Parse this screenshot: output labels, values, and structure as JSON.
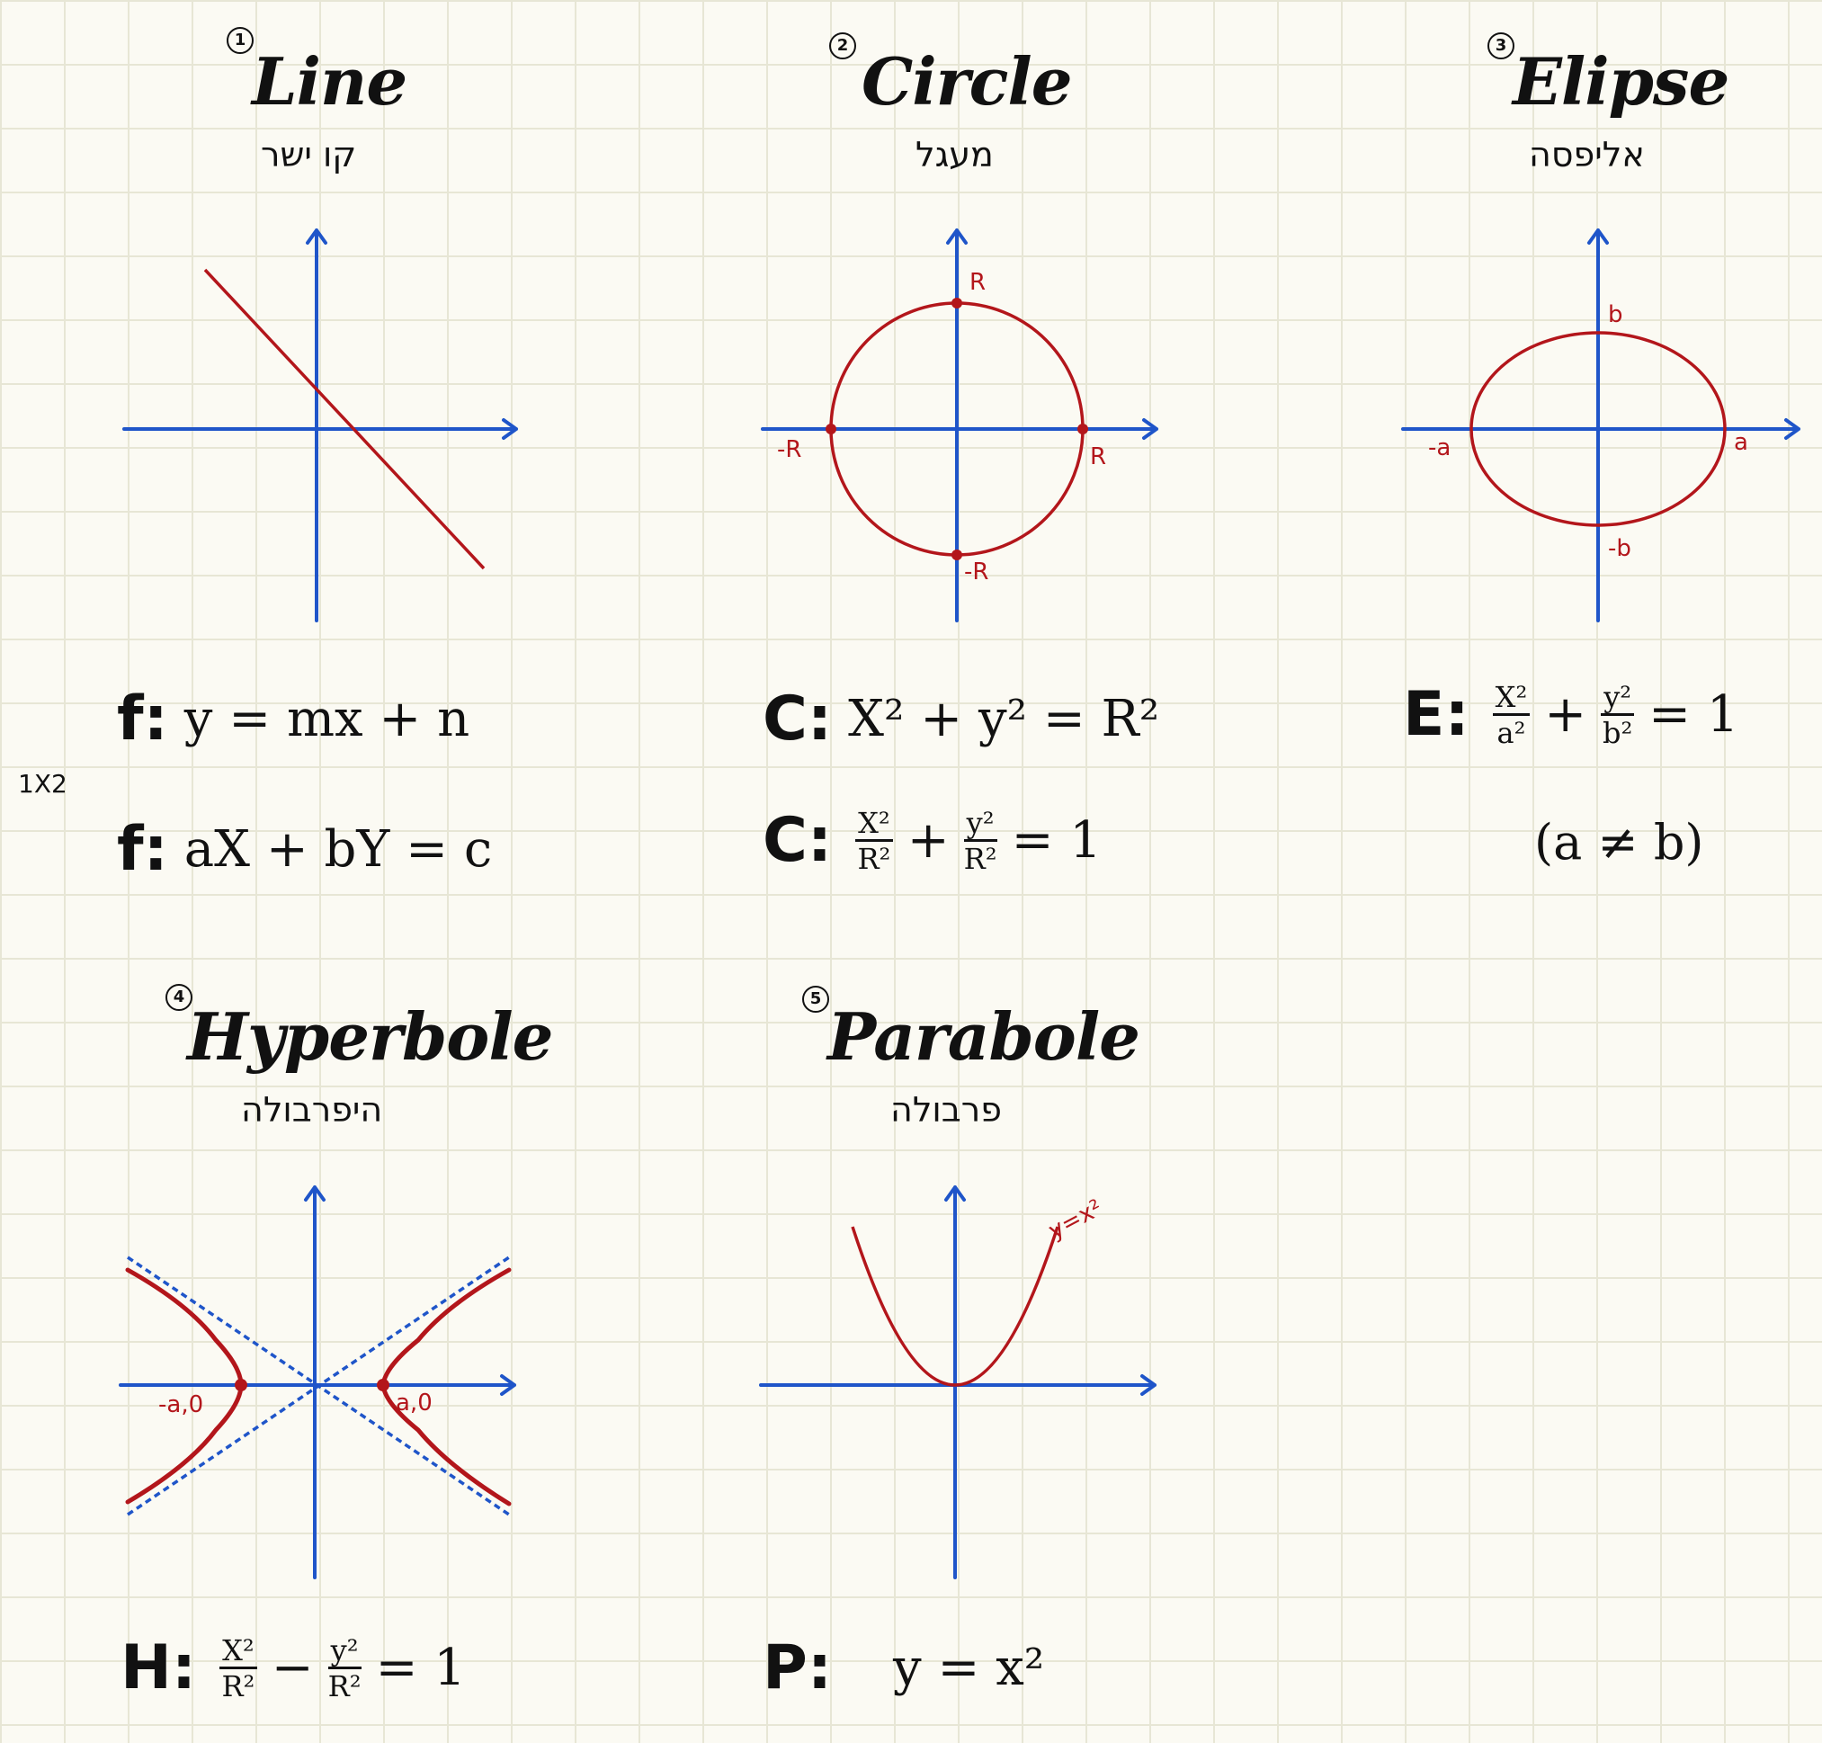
{
  "panels": {
    "line": {
      "number": "1",
      "title": "Line",
      "hebrew": "קו ישר",
      "eq1": {
        "lhs": "f:",
        "rhs": "y = mx + n"
      },
      "eq2": {
        "lhs": "f:",
        "rhs": "aX + bY = c"
      }
    },
    "circle": {
      "number": "2",
      "title": "Circle",
      "hebrew": "מעגל",
      "labels": {
        "top": "R",
        "right": "R",
        "left": "-R",
        "bottom": "-R"
      },
      "eq1": {
        "lhs": "C:",
        "rhs": "X² + y² = R²"
      },
      "eq2": {
        "lhs": "C:",
        "num1": "X²",
        "den1": "R²",
        "op": "+",
        "num2": "y²",
        "den2": "R²",
        "rhs": "= 1"
      }
    },
    "ellipse": {
      "number": "3",
      "title": "Elipse",
      "hebrew": "אליפסה",
      "labels": {
        "top": "b",
        "right": "a",
        "left": "-a",
        "bottom": "-b"
      },
      "eq1": {
        "lhs": "E:",
        "num1": "X²",
        "den1": "a²",
        "op": "+",
        "num2": "y²",
        "den2": "b²",
        "rhs": "= 1"
      },
      "condition": "(a ≠ b)"
    },
    "hyperbola": {
      "number": "4",
      "title": "Hyperbole",
      "hebrew": "היפרבולה",
      "labels": {
        "left": "-a,0",
        "right": "a,0"
      },
      "eq1": {
        "lhs": "H:",
        "num1": "X²",
        "den1": "R²",
        "op": "−",
        "num2": "y²",
        "den2": "R²",
        "rhs": "= 1"
      }
    },
    "parabola": {
      "number": "5",
      "title": "Parabole",
      "hebrew": "פרבולה",
      "labels": {
        "curve": "y=x²"
      },
      "eq1": {
        "lhs": "P:",
        "rhs": "y = x²"
      }
    }
  },
  "side_note": "1X2",
  "colors": {
    "axis": "#1f55c9",
    "curve": "#b3161b",
    "ink": "#111111"
  }
}
